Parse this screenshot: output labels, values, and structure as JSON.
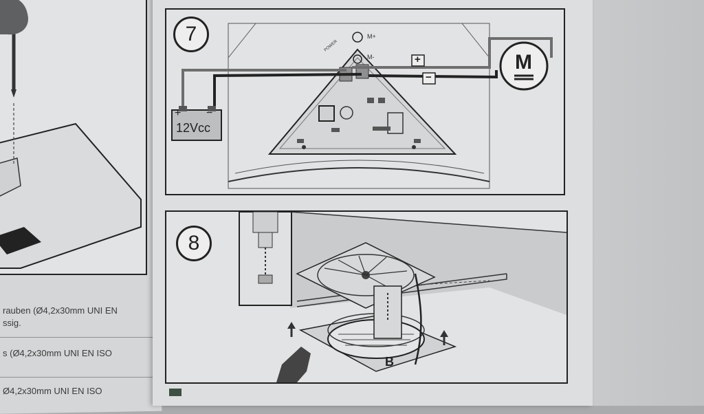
{
  "panel7": {
    "step": "7",
    "battery_label": "12Vcc",
    "battery_plus": "+",
    "battery_minus": "−",
    "motor_label": "M",
    "plus_sign": "+",
    "minus_sign": "−",
    "pcb_power": "POWER",
    "pcb_mplus": "M+",
    "pcb_mminus": "M-"
  },
  "panel8": {
    "step": "8",
    "part_label": "B"
  },
  "left_page": {
    "text_lines": [
      "rauben (Ø4,2x30mm UNI EN",
      "ssig.",
      "s (Ø4,2x30mm UNI EN ISO",
      "Ø4,2x30mm UNI EN ISO"
    ]
  },
  "colors": {
    "paper": "#dcdedf",
    "line": "#222222",
    "wire_gray": "#6e6e6e"
  }
}
